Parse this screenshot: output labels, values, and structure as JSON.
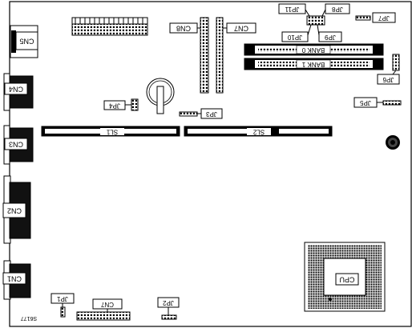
{
  "labels": {
    "cn5": "CN5",
    "cn4": "CN4",
    "cn3": "CN3",
    "cn2": "CN2",
    "cn1": "CN1",
    "cn8": "CN8",
    "cn7_top": "CN7",
    "cn7_bottom": "CN7",
    "jp1": "JP1",
    "jp2": "JP2",
    "jp3": "JP3",
    "jp4": "JP4",
    "jp5": "JP5",
    "jp6": "JP6",
    "jp7": "JP7",
    "jp8": "JP8",
    "jp9": "JP9",
    "jp10": "JP10",
    "jp11": "JP11",
    "sl1": "SL1",
    "sl2": "SL2",
    "bank0": "BANK 0",
    "bank1": "BANK 1",
    "cpu": "CPU",
    "figure_id": "S6177"
  },
  "colors": {
    "ink": "#000000",
    "paper": "#ffffff",
    "socket_fill": "#1a1a1a"
  }
}
